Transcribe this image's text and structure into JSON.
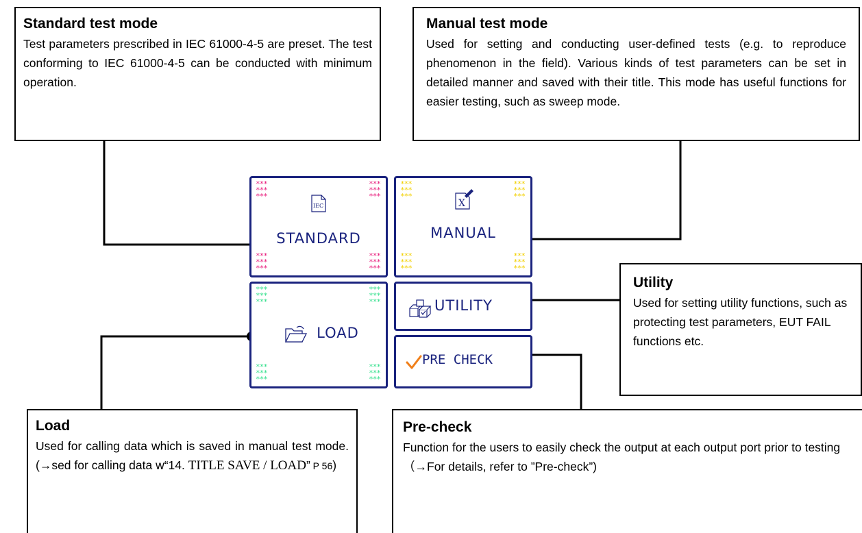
{
  "callouts": {
    "standard": {
      "title": "Standard test mode",
      "text": "Test parameters prescribed in IEC 61000-4-5 are preset. The test conforming to IEC 61000-4-5 can be conducted with minimum operation."
    },
    "manual": {
      "title": "Manual test mode",
      "text": "Used for setting and conducting user-defined tests (e.g. to reproduce phenomenon in the field). Various kinds of test parameters can be set in detailed manner and saved with their title. This mode has useful functions for easier testing, such as sweep mode."
    },
    "utility": {
      "title": "Utility",
      "text": "Used for setting utility functions, such as protecting test parameters, EUT FAIL functions etc."
    },
    "load": {
      "title": "Load",
      "text_prefix": "Used for calling data which is saved in manual test mode. (→sed for calling data w“14. ",
      "ref": "TITLE SAVE / LOAD",
      "quote_close": "”",
      "page_prefix": " P ",
      "page": "56",
      "suffix": ")"
    },
    "precheck": {
      "title": "Pre-check",
      "text": "Function for the users to easily check the output at each output port prior to testing（→For details, refer to ”Pre-check”)"
    }
  },
  "buttons": {
    "standard": {
      "label": "STANDARD",
      "icon": "iec-document-icon",
      "icon_text": "IEC",
      "star_color": "#e8197a"
    },
    "manual": {
      "label": "MANUAL",
      "icon": "edit-document-icon",
      "icon_text": "X",
      "star_color": "#f2d000"
    },
    "load": {
      "label": "LOAD",
      "icon": "open-folder-icon",
      "star_color": "#33e08c"
    },
    "utility": {
      "label": "UTILITY",
      "icon": "blocks-icon"
    },
    "precheck": {
      "label": "PRE CHECK",
      "icon": "checkmark-icon"
    }
  },
  "colors": {
    "button_border": "#1a237e",
    "button_text": "#1a237e",
    "check": "#f07f1a"
  }
}
